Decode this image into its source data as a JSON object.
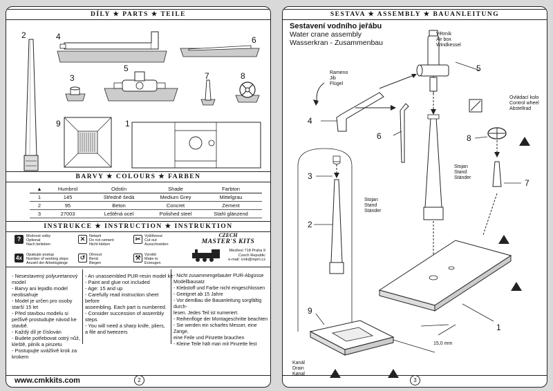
{
  "left": {
    "header_parts": "DÍLY ★ PARTS ★ TEILE",
    "part_numbers": [
      "2",
      "4",
      "6",
      "3",
      "5",
      "7",
      "8",
      "9",
      "1"
    ],
    "header_colours": "BARVY ★ COLOURS ★ FARBEN",
    "colour_table": {
      "headers": [
        "▲",
        "Humbrol",
        "Odstín",
        "Shade",
        "Farbton"
      ],
      "rows": [
        [
          "1",
          "145",
          "Středně šedá",
          "Medium Grey",
          "Mittelgrau"
        ],
        [
          "2",
          "95",
          "Beton",
          "Concret",
          "Zement"
        ],
        [
          "3",
          "27003",
          "Leštěná ocel",
          "Polished steel",
          "Stahl glänzend"
        ]
      ]
    },
    "header_instruction": "INSTRUKCE ★ INSTRUCTION ★ INSTRUKTION",
    "legend": [
      {
        "icon": "?",
        "text": [
          "Možnost volby",
          "Optional",
          "Nach belieben"
        ]
      },
      {
        "icon": "4x",
        "text": [
          "Opakujte postup",
          "Number of working steps",
          "Anzahl der Arbeitsgänge"
        ]
      },
      {
        "icon": "✕",
        "text": [
          "Nelepit",
          "Do not cement",
          "Nicht kleben"
        ]
      },
      {
        "icon": "↺",
        "text": [
          "Ohnout",
          "Bend",
          "Biegen"
        ]
      },
      {
        "icon": "✂",
        "text": [
          "Vyštíhnout",
          "Cut out",
          "Ausschneiden"
        ]
      },
      {
        "icon": "⚒",
        "text": [
          "Vyrobit",
          "Make to",
          "Erzeugen"
        ]
      }
    ],
    "brand": {
      "name_line1": "CZECH",
      "name_line2": "MASTER'S KITS",
      "address1": "Mezilesí 718   Praha 9",
      "address2": "Czech Republic",
      "email": "e-mail: cmk@mpm.cz"
    },
    "text_cz": [
      "- Nesestavený polyuretanový",
      "  model",
      "- Barvy ani lepidlo model",
      "  neobsahuje",
      "- Model je určen pro osoby",
      "  starší 15 let",
      "- Před stavbou modelu si",
      "  pečlivě prostudujte návod ke",
      "  stavbě.",
      "- Každý díl je číslován",
      "- Budete potřebovat ostrý nůž,",
      "  kleště, pilník a pinzetu",
      "- Postupujte uvážlivě krok za",
      "  krokem"
    ],
    "text_en": [
      "- An unassembled PUR-resin model kit",
      "- Paint and glue not included",
      "- Age: 15 and up",
      "- Carefully read instruction sheet",
      "  before",
      "  assembling. Each part is numbered.",
      "- Consider succession of assembly",
      "  steps",
      "- You will need a sharp knife, pliers,",
      "  a file and  tweezers"
    ],
    "text_de": [
      "- Nicht zusammengebauter PUR-Abgüsse",
      "  Modellbausatz",
      "- Klebstoff und Farbe nicht eingeschlossen",
      "- Geeignet ab 15 Jahre",
      "- Vor demBau die Bauanleitung  sorgfältig",
      "  durch-",
      "  lesen. Jedes Teil ist numeriert.",
      "- Reihenfloge der Montageschritte beachten",
      "- Sie werden ein scharfes Messer, eine",
      "  Zange,",
      "  eine Feile und Pinzette brauchen",
      "- Kleine Teile hält man mit Pinzette fest"
    ],
    "website": "www.cmkkits.com",
    "page_number": "2"
  },
  "right": {
    "header": "SESTAVA ★ ASSEMBLY ★ BAUANLEITUNG",
    "title_cz": "Sestavení vodního jeřábu",
    "title_en": "Water crane assembly",
    "title_de": "Wasserkran - Zusammenbau",
    "labels": {
      "airbox": [
        "Větrník",
        "Air box",
        "Windkessel"
      ],
      "jib": [
        "Rameno",
        "Jib",
        "Flügel"
      ],
      "wheel": [
        "Ovládací kolo",
        "Control wheel",
        "Abstellrad"
      ],
      "stand_main": [
        "Stojan",
        "Stand",
        "Ständer"
      ],
      "stand_detail": [
        "Stojan",
        "Stand",
        "Ständer"
      ],
      "drain": [
        "Kanál",
        "Drain",
        "Kanal"
      ]
    },
    "numbers": {
      "n5": "5",
      "n4": "4",
      "n6": "6",
      "n8": "8",
      "n7": "7",
      "n3": "3",
      "n2": "2",
      "n9": "9",
      "n1": "1"
    },
    "dimension": "15,0 mm",
    "page_number": "3"
  },
  "colors": {
    "ink": "#111111",
    "paper": "#ffffff",
    "background": "#d9d9d9",
    "grey_fill": "#c8c8c8"
  }
}
